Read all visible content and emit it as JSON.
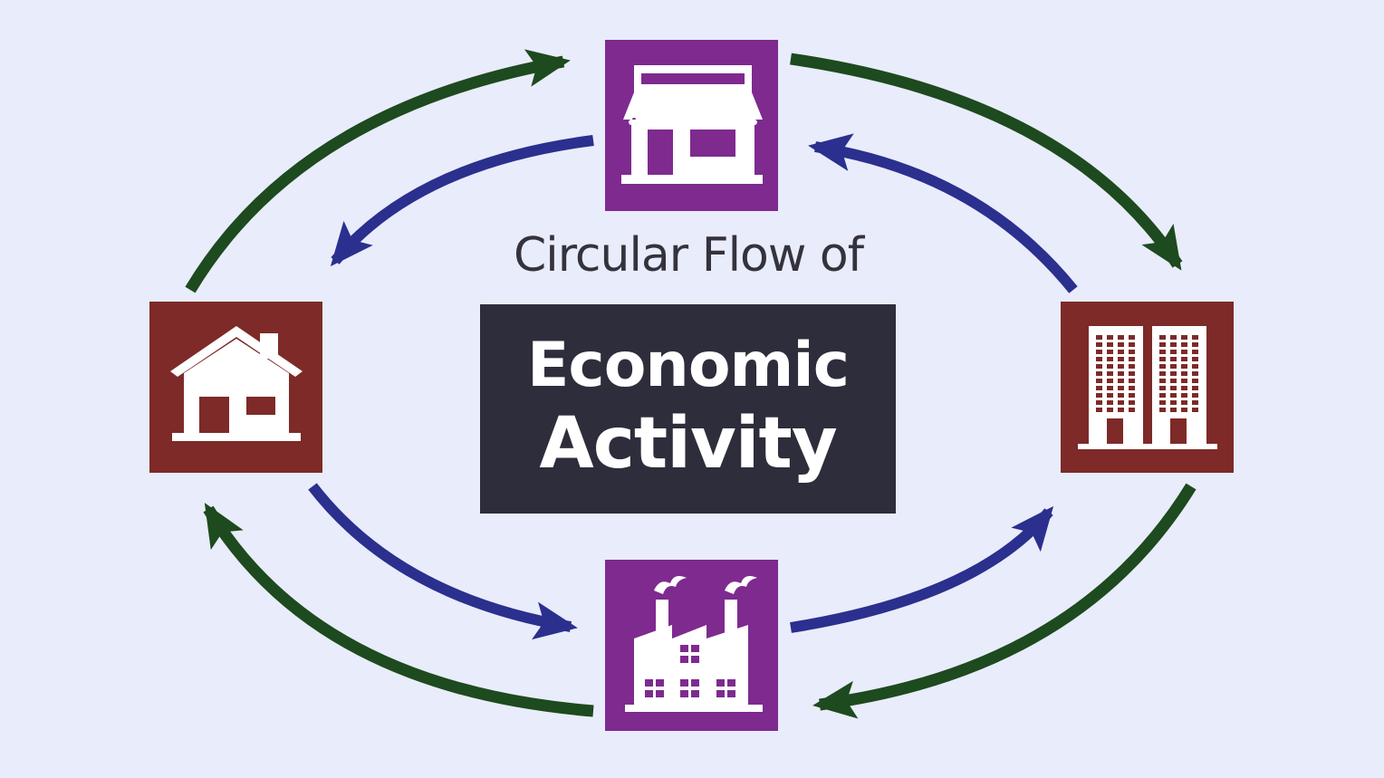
{
  "title": {
    "line1": "Circular Flow of",
    "line2": "Economic",
    "line3": "Activity"
  },
  "nodes": [
    {
      "id": "store",
      "icon": "store-icon",
      "color": "#7e2a8f"
    },
    {
      "id": "household",
      "icon": "house-icon",
      "color": "#7d2a28"
    },
    {
      "id": "firms",
      "icon": "office-buildings-icon",
      "color": "#7d2a28"
    },
    {
      "id": "factory",
      "icon": "factory-icon",
      "color": "#7e2a8f"
    }
  ],
  "colors": {
    "background": "#e9ecfa",
    "outer_flow": "#1d4a1e",
    "inner_flow": "#2b2f8e",
    "title_box": "#2e2d3b"
  }
}
